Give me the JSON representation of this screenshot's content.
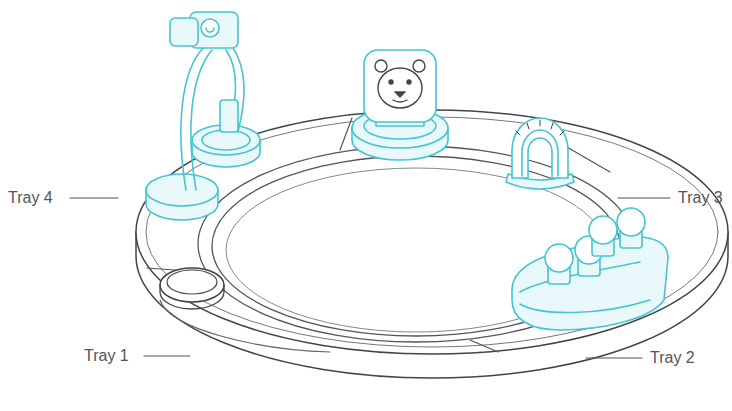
{
  "diagram": {
    "labels": [
      "Tray 4",
      "Tray 3",
      "Tray 1",
      "Tray 2"
    ]
  }
}
